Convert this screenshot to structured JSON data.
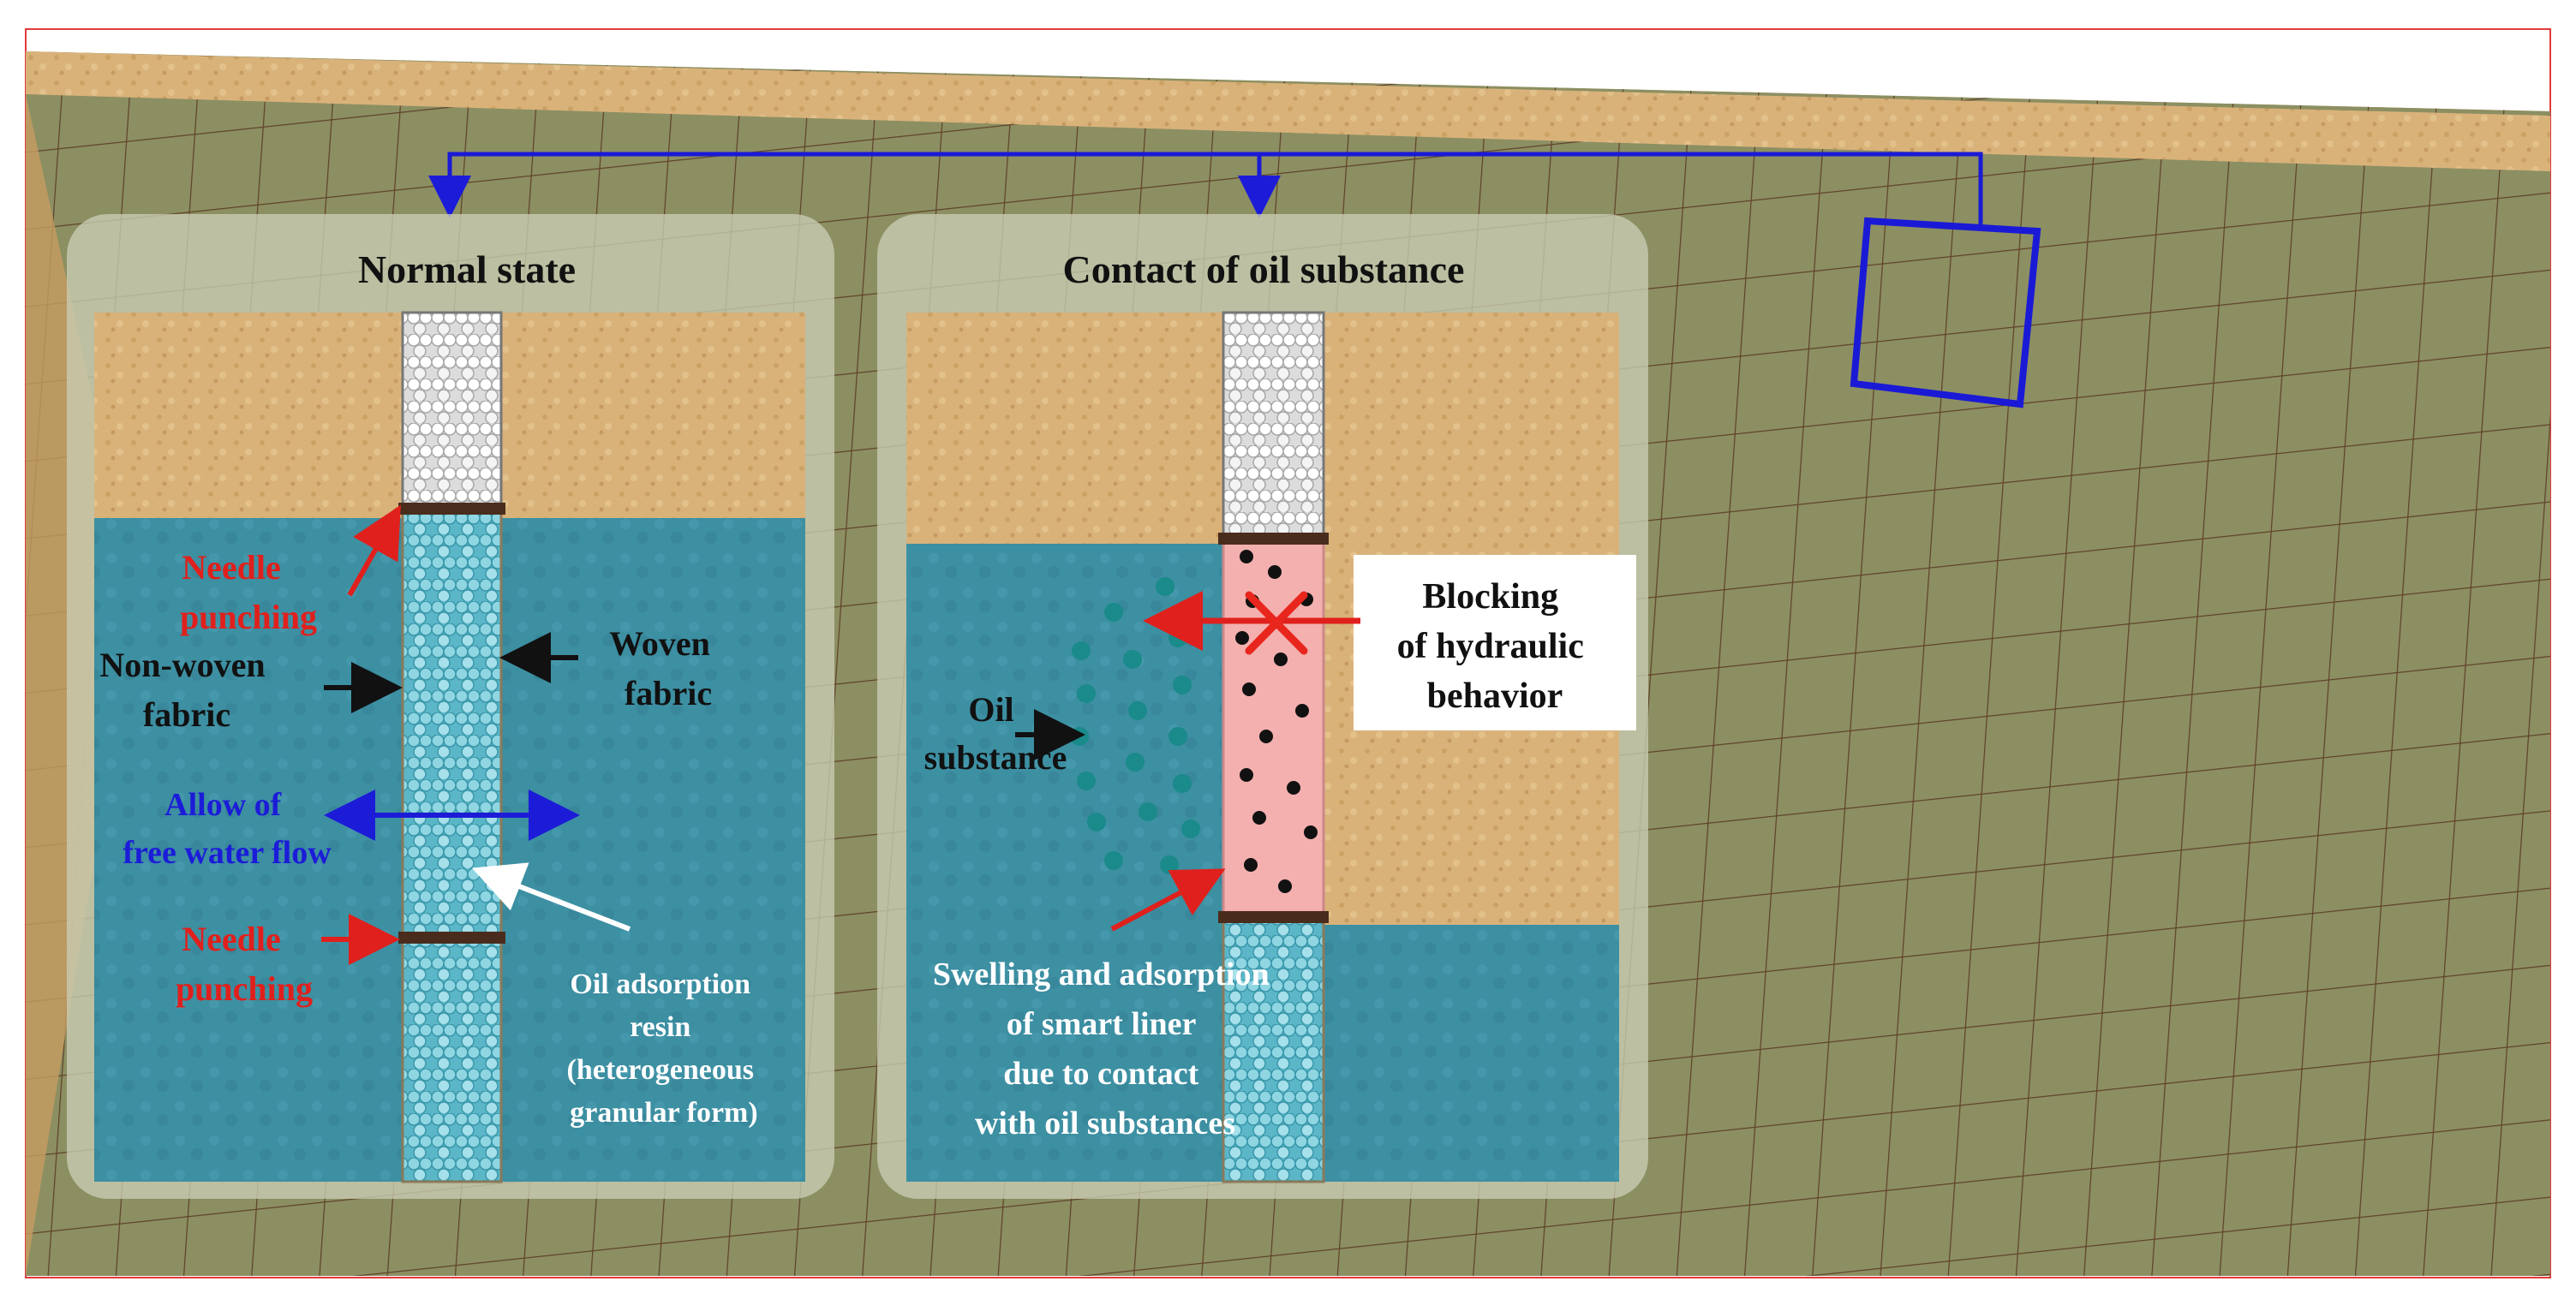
{
  "panels": {
    "normal": {
      "title": "Normal state",
      "needle_top": [
        "Needle",
        "punching"
      ],
      "nonwoven": [
        "Non-woven",
        "fabric"
      ],
      "woven": [
        "Woven",
        "fabric"
      ],
      "flow": [
        "Allow of",
        "free water flow"
      ],
      "needle_bottom": [
        "Needle",
        "punching"
      ],
      "resin": [
        "Oil adsorption",
        "resin",
        "(heterogeneous",
        "granular form)"
      ]
    },
    "oil": {
      "title": "Contact of oil substance",
      "blocking": [
        "Blocking",
        "of hydraulic",
        "behavior"
      ],
      "oil_label": [
        "Oil",
        "substance"
      ],
      "swelling": [
        "Swelling and adsorption",
        "of smart liner",
        "due to contact",
        "with oil substances"
      ]
    }
  },
  "colors": {
    "title": "#111111",
    "needle": "#e0201c",
    "black_label": "#111111",
    "flow": "#1c1cd8",
    "white_label": "#ffffff",
    "bracket": "#1a1ad6",
    "oil_dot": "#1a8a8a",
    "swell": "#f3b0ae",
    "red_x": "#e8261e"
  }
}
